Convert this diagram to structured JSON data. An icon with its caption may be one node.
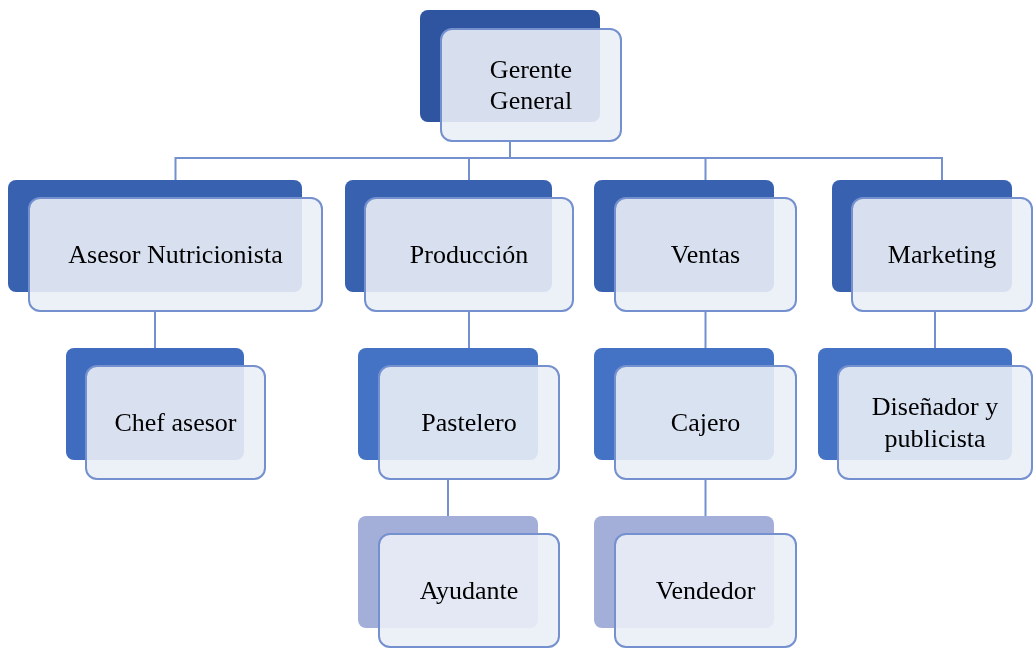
{
  "diagram": {
    "nodes": [
      {
        "text": [
          "Gerente General"
        ]
      },
      {
        "text": [
          "Asesor Nutricionista"
        ]
      },
      {
        "text": [
          "Producción"
        ]
      },
      {
        "text": [
          "Ventas"
        ]
      },
      {
        "text": [
          "Marketing"
        ]
      },
      {
        "text": [
          "Chef asesor"
        ]
      },
      {
        "text": [
          "Pastelero"
        ]
      },
      {
        "text": [
          "Ayudante"
        ]
      },
      {
        "text": [
          "Cajero"
        ]
      },
      {
        "text": [
          "Vendedor"
        ]
      },
      {
        "text": [
          "Diseñador y publicista"
        ]
      }
    ],
    "edges": [
      {
        "from": 0,
        "to": 1,
        "arrow": "none"
      },
      {
        "from": 0,
        "to": 2,
        "arrow": "none"
      },
      {
        "from": 0,
        "to": 3,
        "arrow": "none"
      },
      {
        "from": 0,
        "to": 4,
        "arrow": "none"
      },
      {
        "from": 1,
        "to": 5,
        "arrow": "none"
      },
      {
        "from": 2,
        "to": 6,
        "arrow": "none"
      },
      {
        "from": 6,
        "to": 7,
        "arrow": "none"
      },
      {
        "from": 3,
        "to": 8,
        "arrow": "none"
      },
      {
        "from": 8,
        "to": 9,
        "arrow": "none"
      },
      {
        "from": 4,
        "to": 10,
        "arrow": "none"
      }
    ]
  }
}
